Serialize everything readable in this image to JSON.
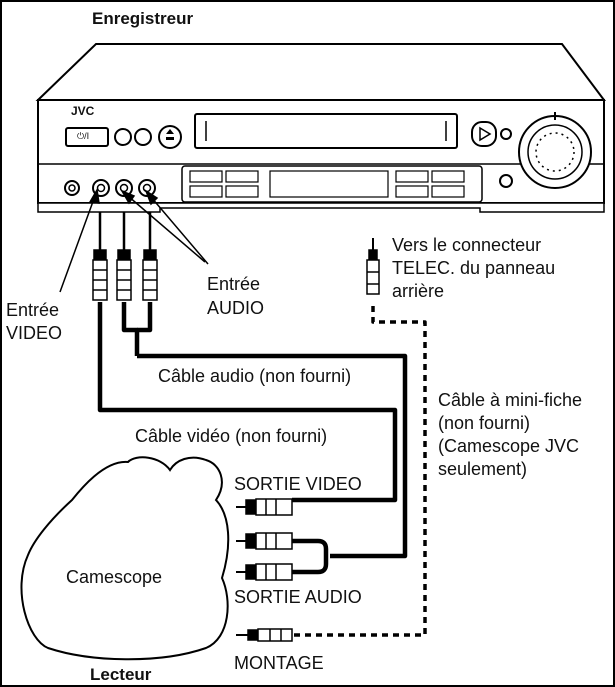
{
  "recorder": {
    "title": "Enregistreur",
    "brand": "JVC",
    "power_label": "⏻/I"
  },
  "inputs": {
    "video_in": [
      "Entrée",
      "VIDEO"
    ],
    "audio_in": [
      "Entrée",
      "AUDIO"
    ]
  },
  "remote": {
    "target": [
      "Vers le connecteur",
      "TELEC. du panneau",
      "arrière"
    ],
    "cable": [
      "Câble à mini-fiche",
      "(non fourni)",
      "(Camescope JVC",
      "seulement)"
    ]
  },
  "cables": {
    "audio": "Câble audio (non fourni)",
    "video": "Câble vidéo (non fourni)"
  },
  "player": {
    "camera": "Camescope",
    "title": "Lecteur",
    "video_out": "SORTIE VIDEO",
    "audio_out": "SORTIE AUDIO",
    "edit": "MONTAGE"
  }
}
